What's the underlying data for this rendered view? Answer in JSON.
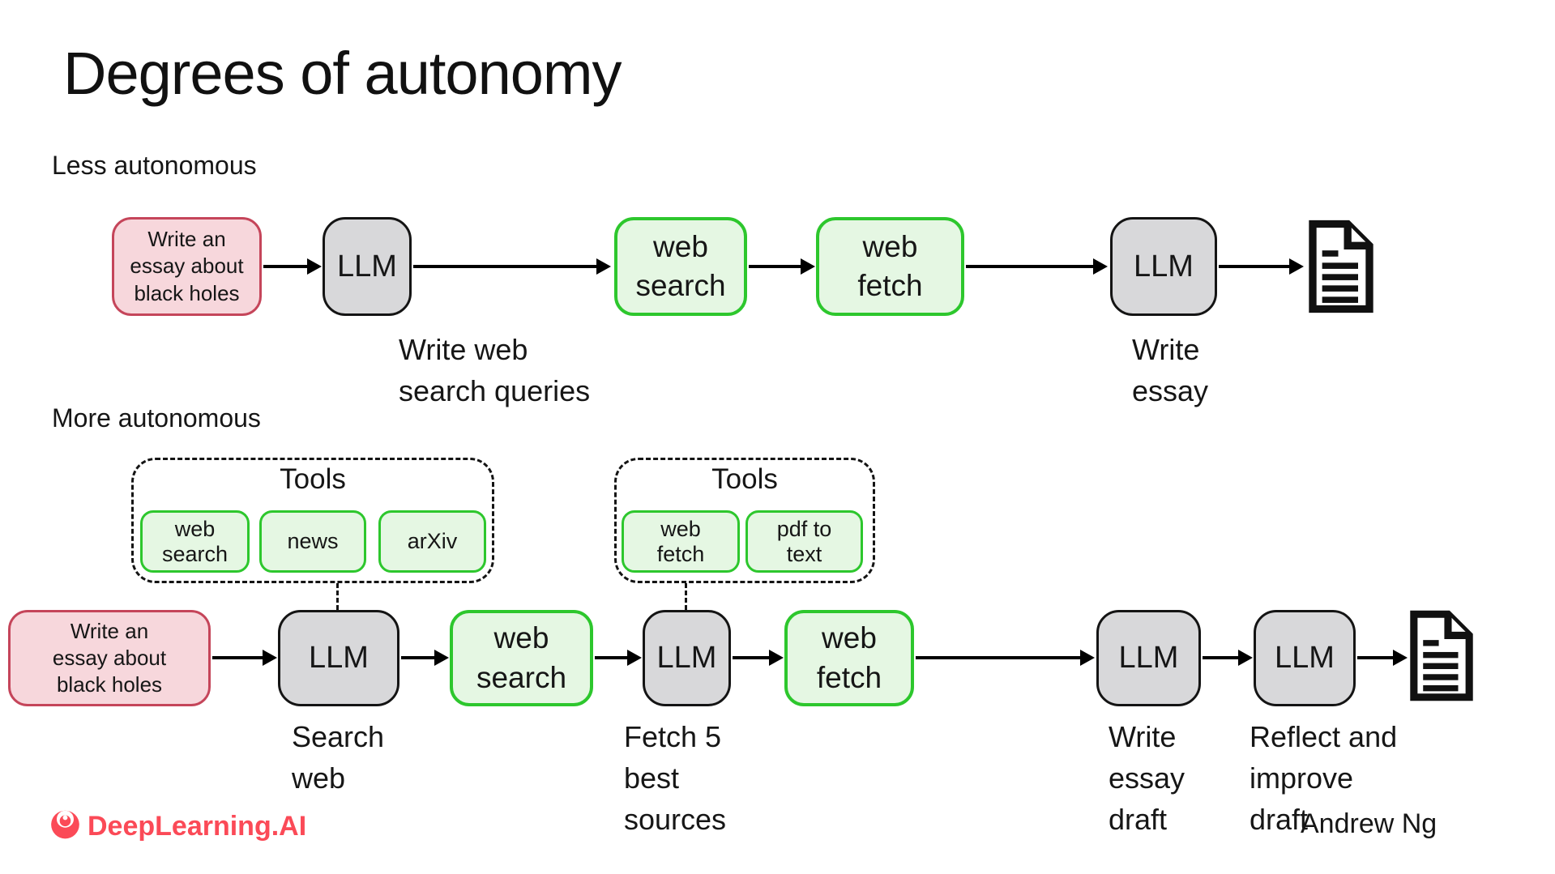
{
  "slide": {
    "title": "Degrees of autonomy",
    "sections": {
      "less": "Less autonomous",
      "more": "More autonomous"
    },
    "footer": {
      "logo_text": "DeepLearning.AI",
      "author": "Andrew Ng"
    }
  },
  "colors": {
    "prompt_fill": "#F7D7DC",
    "prompt_border": "#C5455A",
    "llm_fill": "#D8D8DA",
    "tool_fill": "#E5F7E3",
    "tool_border": "#2DC72D",
    "logo": "#FB4A57",
    "ink": "#161616"
  },
  "row1": {
    "prompt": "Write an\nessay about\nblack holes",
    "llm_write_queries": "LLM",
    "llm_write_queries_caption": "Write web\nsearch queries",
    "web_search": "web\nsearch",
    "web_fetch": "web\nfetch",
    "llm_write_essay": "LLM",
    "llm_write_essay_caption": "Write\nessay"
  },
  "tools_search": {
    "title": "Tools",
    "items": [
      "web\nsearch",
      "news",
      "arXiv"
    ]
  },
  "tools_fetch": {
    "title": "Tools",
    "items": [
      "web\nfetch",
      "pdf to\ntext"
    ]
  },
  "row2": {
    "prompt": "Write an\nessay about\nblack holes",
    "llm_search_web": "LLM",
    "llm_search_web_caption": "Search\nweb",
    "web_search": "web\nsearch",
    "llm_fetch": "LLM",
    "llm_fetch_caption": "Fetch 5\nbest\nsources",
    "web_fetch": "web\nfetch",
    "llm_draft": "LLM",
    "llm_draft_caption": "Write\nessay\ndraft",
    "llm_reflect": "LLM",
    "llm_reflect_caption": "Reflect and\nimprove\ndraft"
  }
}
